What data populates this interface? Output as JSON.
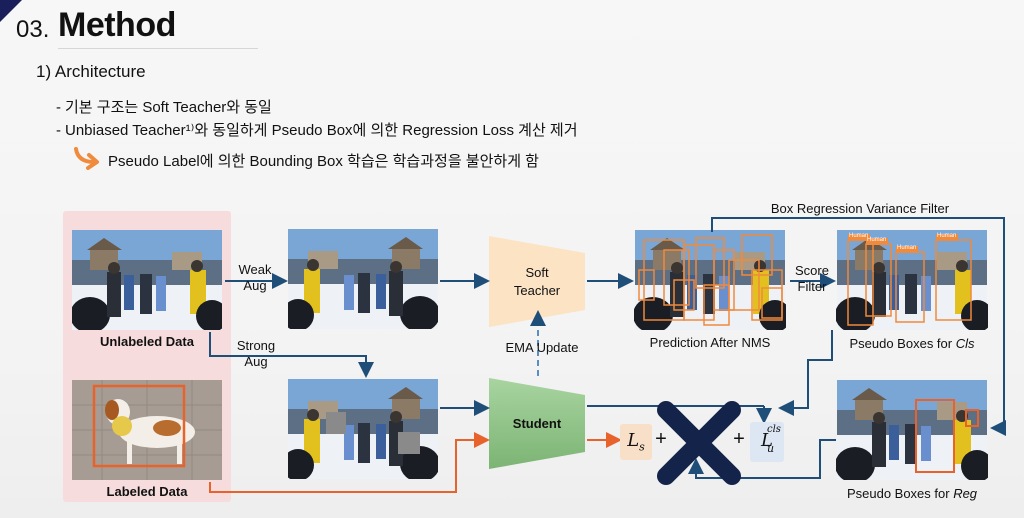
{
  "header": {
    "number": "03.",
    "title": "Method"
  },
  "section": {
    "subtitle": "1) Architecture"
  },
  "bullets": [
    "기본 구조는 Soft Teacher와 동일",
    "Unbiased Teacher¹⁾와 동일하게 Pseudo Box에 의한 Regression Loss 계산 제거"
  ],
  "bullet_dash": "-",
  "note": "Pseudo Label에 의한 Bounding Box 학습은 학습과정을 불안하게 함",
  "diagram": {
    "unlabeled_label": "Unlabeled Data",
    "labeled_label": "Labeled Data",
    "weak_aug": [
      "Weak",
      "Aug"
    ],
    "strong_aug": [
      "Strong",
      "Aug"
    ],
    "soft_teacher": [
      "Soft",
      "Teacher"
    ],
    "student": "Student",
    "ema_update": "EMA  Update",
    "prediction_after_nms": "Prediction After NMS",
    "score_filter": [
      "Score",
      "Filter"
    ],
    "box_regression_variance_filter": "Box Regression Variance Filter",
    "pseudo_boxes_cls": "Pseudo Boxes for ",
    "pseudo_boxes_cls_em": "Cls",
    "pseudo_boxes_reg": "Pseudo Boxes for ",
    "pseudo_boxes_reg_em": "Reg",
    "human_tag": "Human",
    "loss_s": "L",
    "loss_s_sub": "s",
    "loss_u": "L",
    "loss_u_sub": "u",
    "loss_u_sup": "cls",
    "plus": "+"
  },
  "colors": {
    "teacher": "#fbe3c4",
    "student": "#8fc187",
    "arrow_blue": "#1f4e79",
    "arrow_orange": "#e8622c",
    "cross": "#14234a",
    "pink": "#f6dcdc",
    "orange_box": "#f08a3c"
  }
}
